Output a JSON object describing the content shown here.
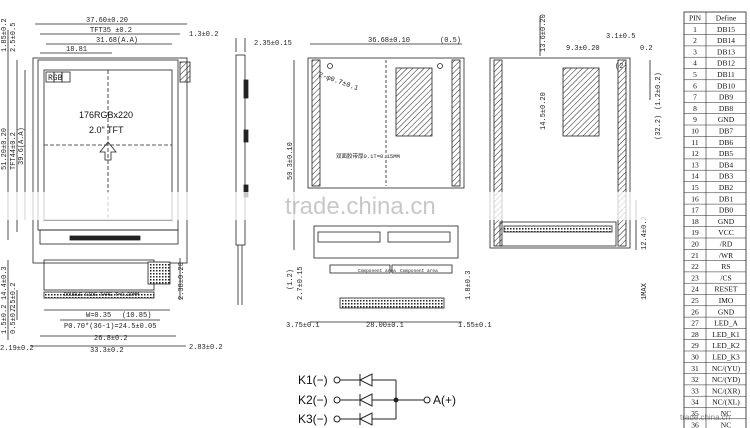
{
  "front_view": {
    "outline_width": "37.60±0.20",
    "tft_width": "TFT35 ±0.2",
    "view_area_width": "31.68(A.A)",
    "inner_width": "18.81",
    "right_margin": "1.3±0.2",
    "top_margin_1": "1.85±0.2",
    "top_margin_2": "2.5±0.5",
    "rgb_label": "RGB",
    "resolution": "176RGBx220",
    "size_label": "2.0\" TFT",
    "height_total": "51.20±0.20",
    "tft_height": "TFT44±0.2",
    "view_area_height": "39.6(A.A)",
    "fpc_label": "DOUBLE SIDE TAPE T=0.20MM",
    "w_label": "W=0.35",
    "w_value": "(10.85)",
    "pitch_label": "P0.70*(36-1)=24.5±0.05",
    "fpc_width": "26.8±0.2",
    "total_bottom_width": "33.3±0.2",
    "right_bottom_margin": "2.83±0.2",
    "left_bottom_margin": "2.19±0.2",
    "tail_1": "14.4±0.3",
    "tail_2": "7.5±0.2",
    "tail_3": "1.5±0.2",
    "tail_4": "0.5±0.2",
    "fpc_height": "2.38±0.20"
  },
  "side_view": {
    "thickness": "2.35±0.15"
  },
  "back_view": {
    "width_label": "36.68±0.10",
    "offset_label": "(0.5)",
    "hole_label": "2-φ0.7±0.1",
    "tape_label": "双面胶带厚0.1T=0.15MM",
    "height_label": "50.3±0.10",
    "label_1": "(1.2)",
    "label_2": "2.7±0.15",
    "label_3": "1.8±0.3",
    "bottom_left": "3.75±0.1",
    "bottom_mid": "28.00±0.1",
    "bottom_right": "1.55±0.1",
    "component_area": "Component area"
  },
  "right_view": {
    "top_label": "13.6±0.20",
    "label_a": "9.3±0.20",
    "label_b": "3.1±0.5",
    "label_c": "0.2",
    "label_d": "14.5±0.20",
    "label_e": "(2)",
    "label_f": "(1.2±0.2)",
    "label_g": "(32.2)",
    "label_h": "12.4±0.2",
    "label_i": "1MAX"
  },
  "watermark": "trade.china.cn",
  "small_watermark": "trade.china.cn",
  "circuit": {
    "k1": "K1(−)",
    "k2": "K2(−)",
    "k3": "K3(−)",
    "anode": "A(+)"
  },
  "pin_table": {
    "header_pin": "PIN",
    "header_define": "Define",
    "rows": [
      {
        "pin": "1",
        "def": "DB15"
      },
      {
        "pin": "2",
        "def": "DB14"
      },
      {
        "pin": "3",
        "def": "DB13"
      },
      {
        "pin": "4",
        "def": "DB12"
      },
      {
        "pin": "5",
        "def": "DB11"
      },
      {
        "pin": "6",
        "def": "DB10"
      },
      {
        "pin": "7",
        "def": "DB9"
      },
      {
        "pin": "8",
        "def": "DB8"
      },
      {
        "pin": "9",
        "def": "GND"
      },
      {
        "pin": "10",
        "def": "DB7"
      },
      {
        "pin": "11",
        "def": "DB6"
      },
      {
        "pin": "12",
        "def": "DB5"
      },
      {
        "pin": "13",
        "def": "DB4"
      },
      {
        "pin": "14",
        "def": "DB3"
      },
      {
        "pin": "15",
        "def": "DB2"
      },
      {
        "pin": "16",
        "def": "DB1"
      },
      {
        "pin": "17",
        "def": "DB0"
      },
      {
        "pin": "18",
        "def": "GND"
      },
      {
        "pin": "19",
        "def": "VCC"
      },
      {
        "pin": "20",
        "def": "/RD"
      },
      {
        "pin": "21",
        "def": "/WR"
      },
      {
        "pin": "22",
        "def": "RS"
      },
      {
        "pin": "23",
        "def": "/CS"
      },
      {
        "pin": "24",
        "def": "RESET"
      },
      {
        "pin": "25",
        "def": "IMO"
      },
      {
        "pin": "26",
        "def": "GND"
      },
      {
        "pin": "27",
        "def": "LED_A"
      },
      {
        "pin": "28",
        "def": "LED_K1"
      },
      {
        "pin": "29",
        "def": "LED_K2"
      },
      {
        "pin": "30",
        "def": "LED_K3"
      },
      {
        "pin": "31",
        "def": "NC/(YU)"
      },
      {
        "pin": "32",
        "def": "NC/(YD)"
      },
      {
        "pin": "33",
        "def": "NC/(XR)"
      },
      {
        "pin": "34",
        "def": "NC/(XL)"
      },
      {
        "pin": "35",
        "def": "NC"
      },
      {
        "pin": "36",
        "def": "NC"
      }
    ]
  }
}
